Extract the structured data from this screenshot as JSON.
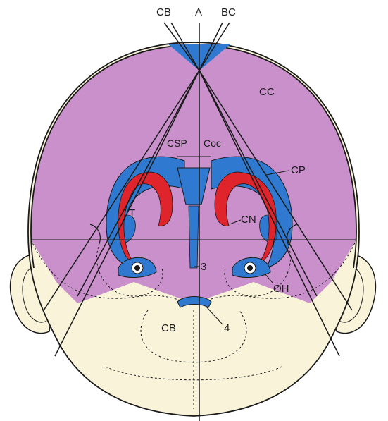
{
  "labels": {
    "cb_top": "CB",
    "a_top": "A",
    "bc_top": "BC",
    "cc": "CC",
    "csp": "CSP",
    "coc": "Coc",
    "cp": "CP",
    "t": "T",
    "cn": "CN",
    "three": "3",
    "oh": "OH",
    "cb_bottom": "CB",
    "four": "4"
  },
  "colors": {
    "skull_fill": "#f8f3d9",
    "cranium_fill": "#c990cc",
    "ventricle_blue": "#2f7ad0",
    "choroid_red": "#e0242b",
    "line": "#1a1a1a",
    "ear_fill": "#f8f3d9"
  }
}
